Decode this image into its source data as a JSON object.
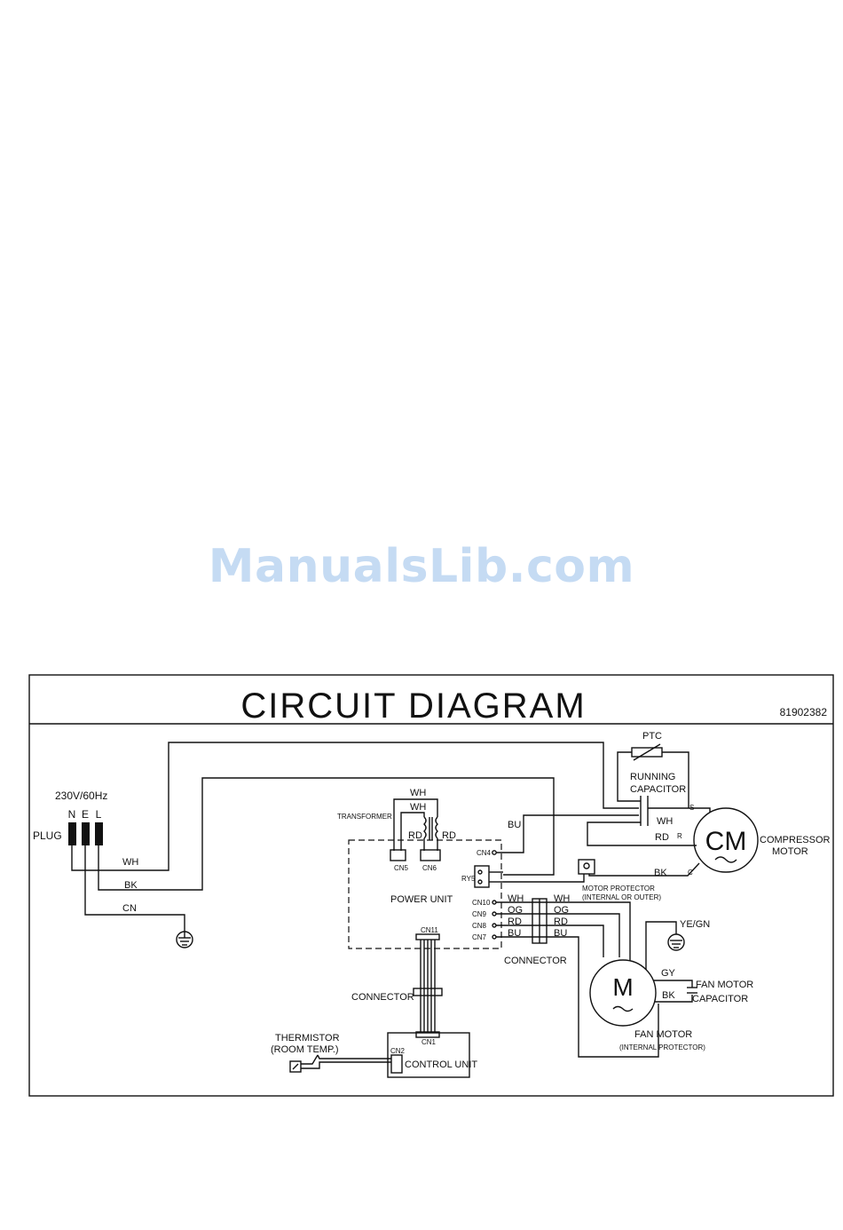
{
  "watermark": "ManualsLib.com",
  "diagram": {
    "title": "CIRCUIT   DIAGRAM",
    "code": "81902382",
    "supply": "230V/60Hz",
    "plug": {
      "label": "PLUG",
      "pins": [
        "N",
        "E",
        "L"
      ]
    },
    "wires": {
      "wh": "WH",
      "bk": "BK",
      "cn": "CN",
      "bu": "BU",
      "rd": "RD",
      "og": "OG",
      "gy": "GY",
      "ye_gn": "YE/GN"
    },
    "transformer": {
      "label": "TRANSFORMER",
      "cn5": "CN5",
      "cn6": "CN6"
    },
    "power_unit": {
      "label": "POWER UNIT",
      "cn4": "CN4",
      "ry5": "RY5",
      "cn10": "CN10",
      "cn9": "CN9",
      "cn8": "CN8",
      "cn7": "CN7",
      "cn11": "CN11"
    },
    "ptc": "PTC",
    "running_capacitor": [
      "RUNNING",
      "CAPACITOR"
    ],
    "compressor": {
      "symbol": "CM",
      "label": [
        "COMPRESSOR",
        "MOTOR"
      ],
      "s": "S",
      "r": "R",
      "c": "C"
    },
    "motor_protector": [
      "MOTOR  PROTECTOR",
      "(INTERNAL  OR  OUTER)"
    ],
    "connector": "CONNECTOR",
    "fan_motor": {
      "symbol": "M",
      "label": "FAN MOTOR",
      "sub": "(INTERNAL PROTECTOR)"
    },
    "fan_capacitor": [
      "FAN  MOTOR",
      "CAPACITOR"
    ],
    "thermistor": [
      "THERMISTOR",
      "(ROOM  TEMP.)"
    ],
    "control_unit": {
      "label": "CONTROL  UNIT",
      "cn1": "CN1",
      "cn2": "CN2"
    }
  }
}
